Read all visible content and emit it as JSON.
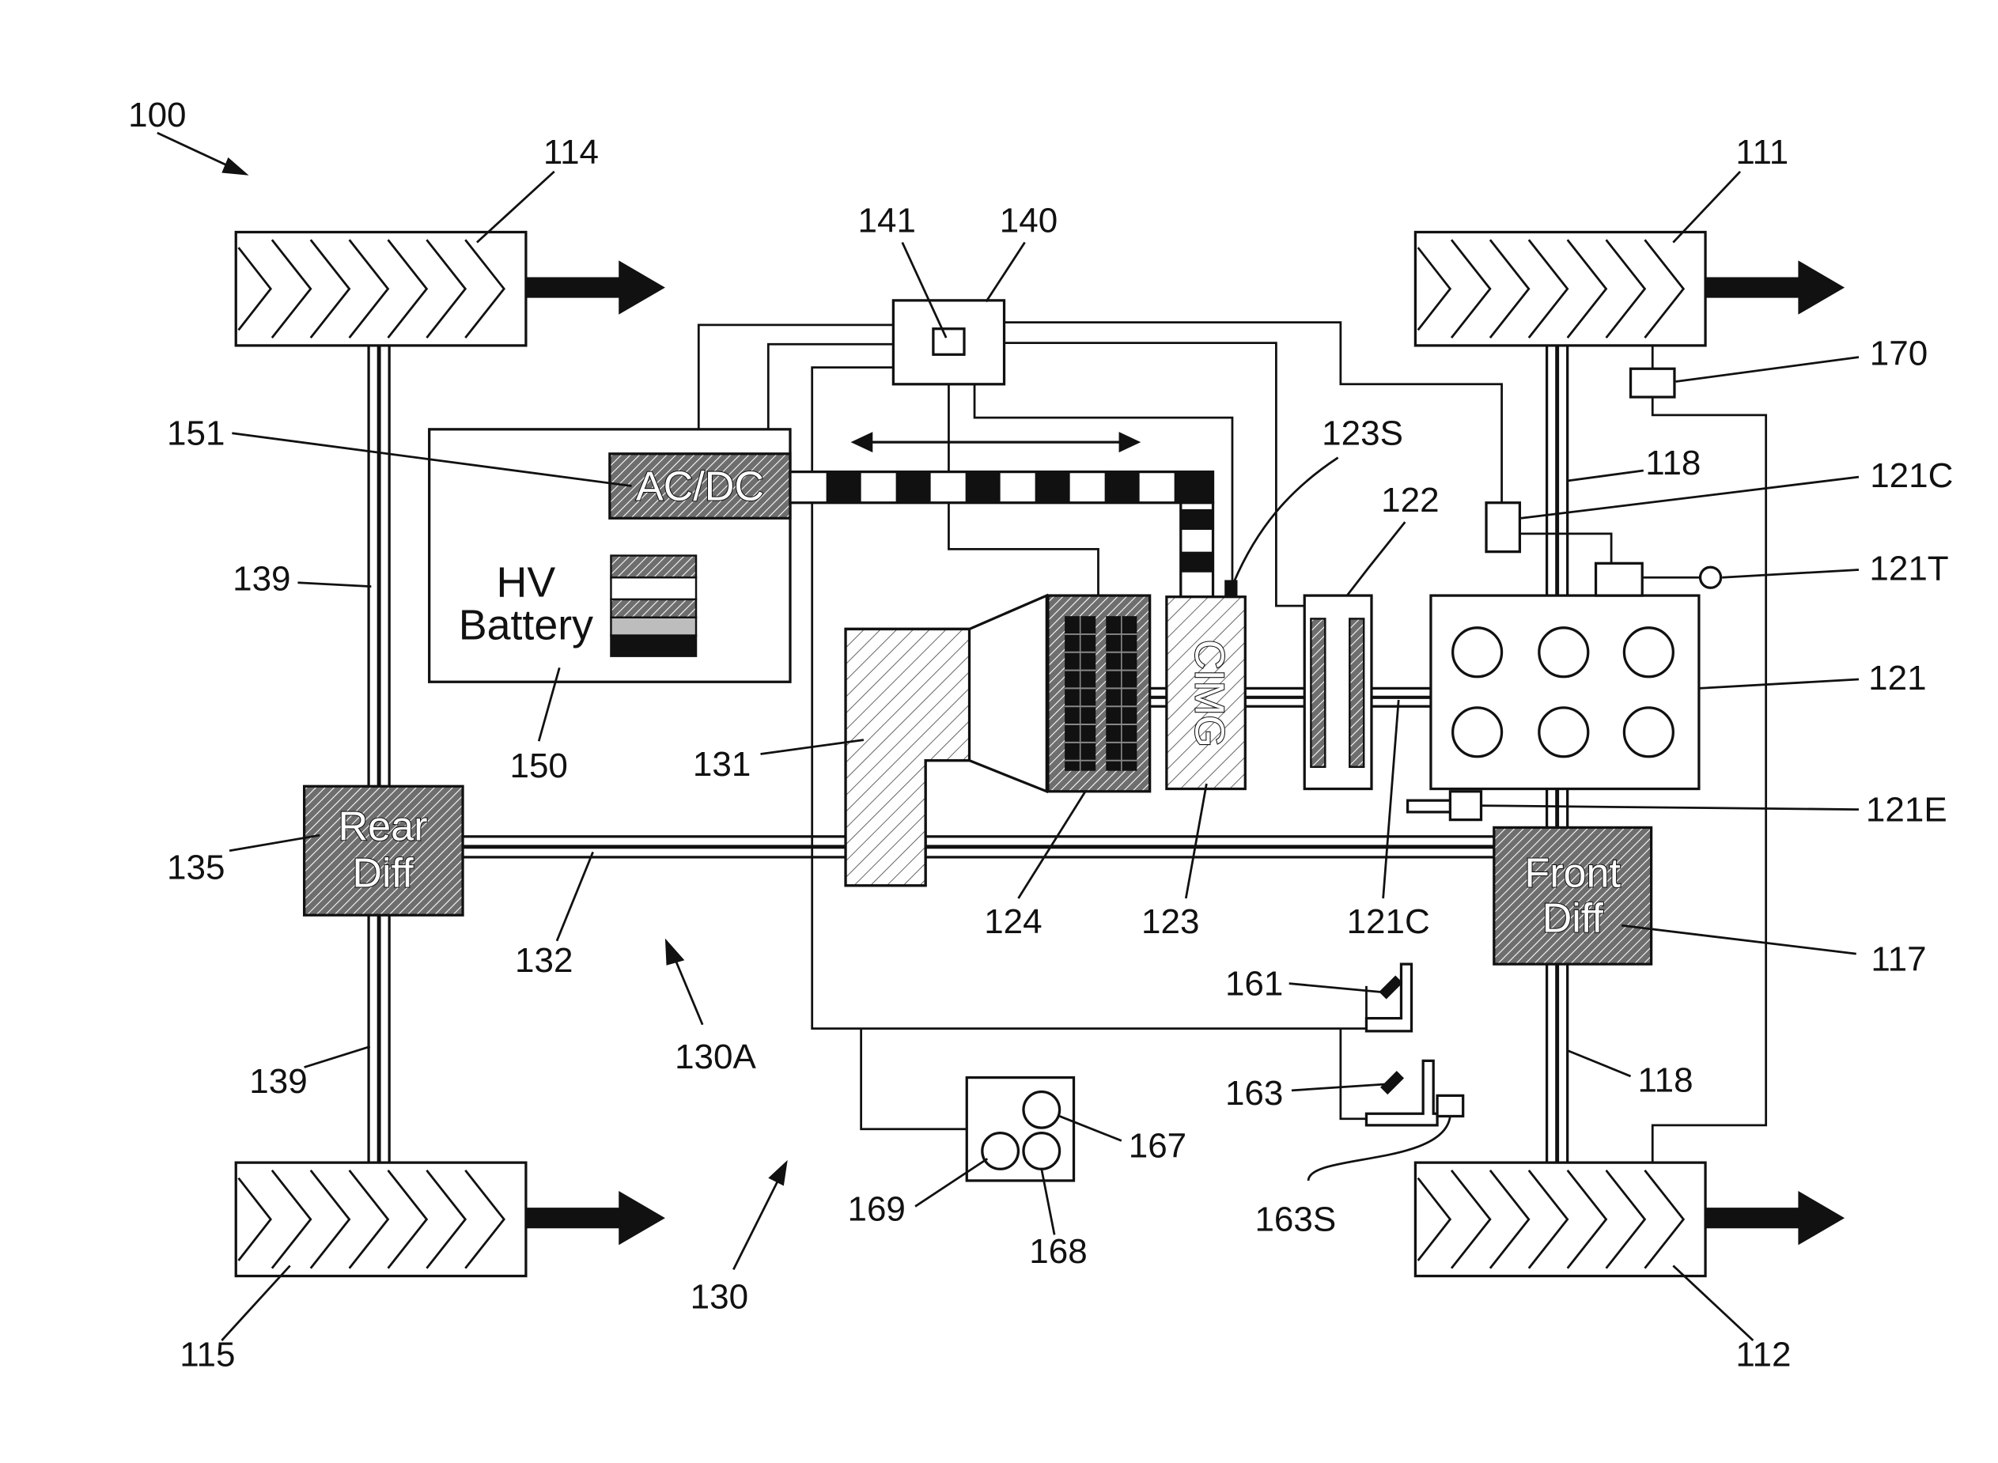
{
  "labels": {
    "n100": "100",
    "n114": "114",
    "n111": "111",
    "n141": "141",
    "n140": "140",
    "n151": "151",
    "n123S": "123S",
    "n122": "122",
    "n118a": "118",
    "n170": "170",
    "n121Ca": "121C",
    "n121T": "121T",
    "n139a": "139",
    "n121": "121",
    "n131": "131",
    "n150": "150",
    "n135": "135",
    "n121E": "121E",
    "n124": "124",
    "n123": "123",
    "n121Cb": "121C",
    "n132": "132",
    "n117": "117",
    "n161": "161",
    "n130A": "130A",
    "n139b": "139",
    "n163": "163",
    "n118b": "118",
    "n167": "167",
    "n169": "169",
    "n163S": "163S",
    "n168": "168",
    "n130": "130",
    "n115": "115",
    "n112": "112"
  },
  "components": {
    "acdc": "AC/DC",
    "battery_line1": "HV",
    "battery_line2": "Battery",
    "cimg": "CIMG",
    "rear_diff_line1": "Rear",
    "rear_diff_line2": "Diff",
    "front_diff_line1": "Front",
    "front_diff_line2": "Diff"
  }
}
